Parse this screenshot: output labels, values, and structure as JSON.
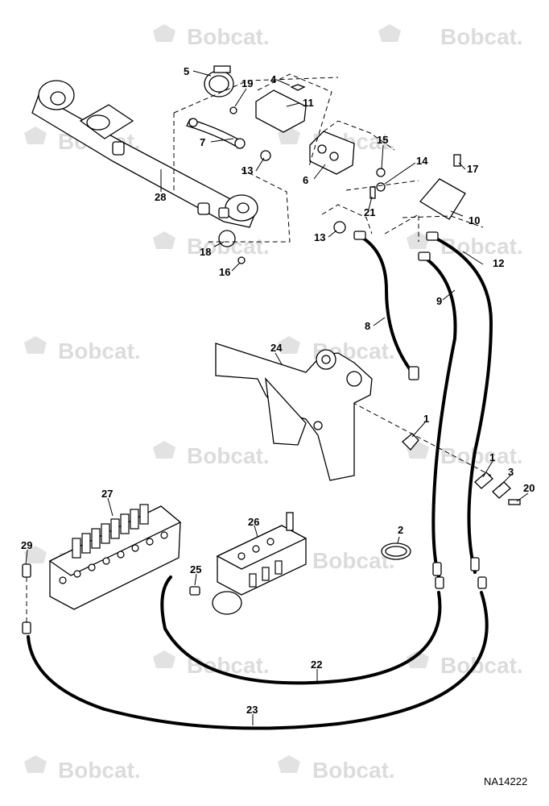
{
  "watermark": {
    "text": "Bobcat."
  },
  "drawing_code": "NA14222",
  "callouts": [
    "1",
    "1",
    "2",
    "3",
    "4",
    "5",
    "6",
    "7",
    "8",
    "9",
    "10",
    "11",
    "12",
    "13",
    "13",
    "14",
    "15",
    "16",
    "17",
    "18",
    "19",
    "20",
    "21",
    "22",
    "23",
    "24",
    "25",
    "26",
    "27",
    "28",
    "29"
  ]
}
